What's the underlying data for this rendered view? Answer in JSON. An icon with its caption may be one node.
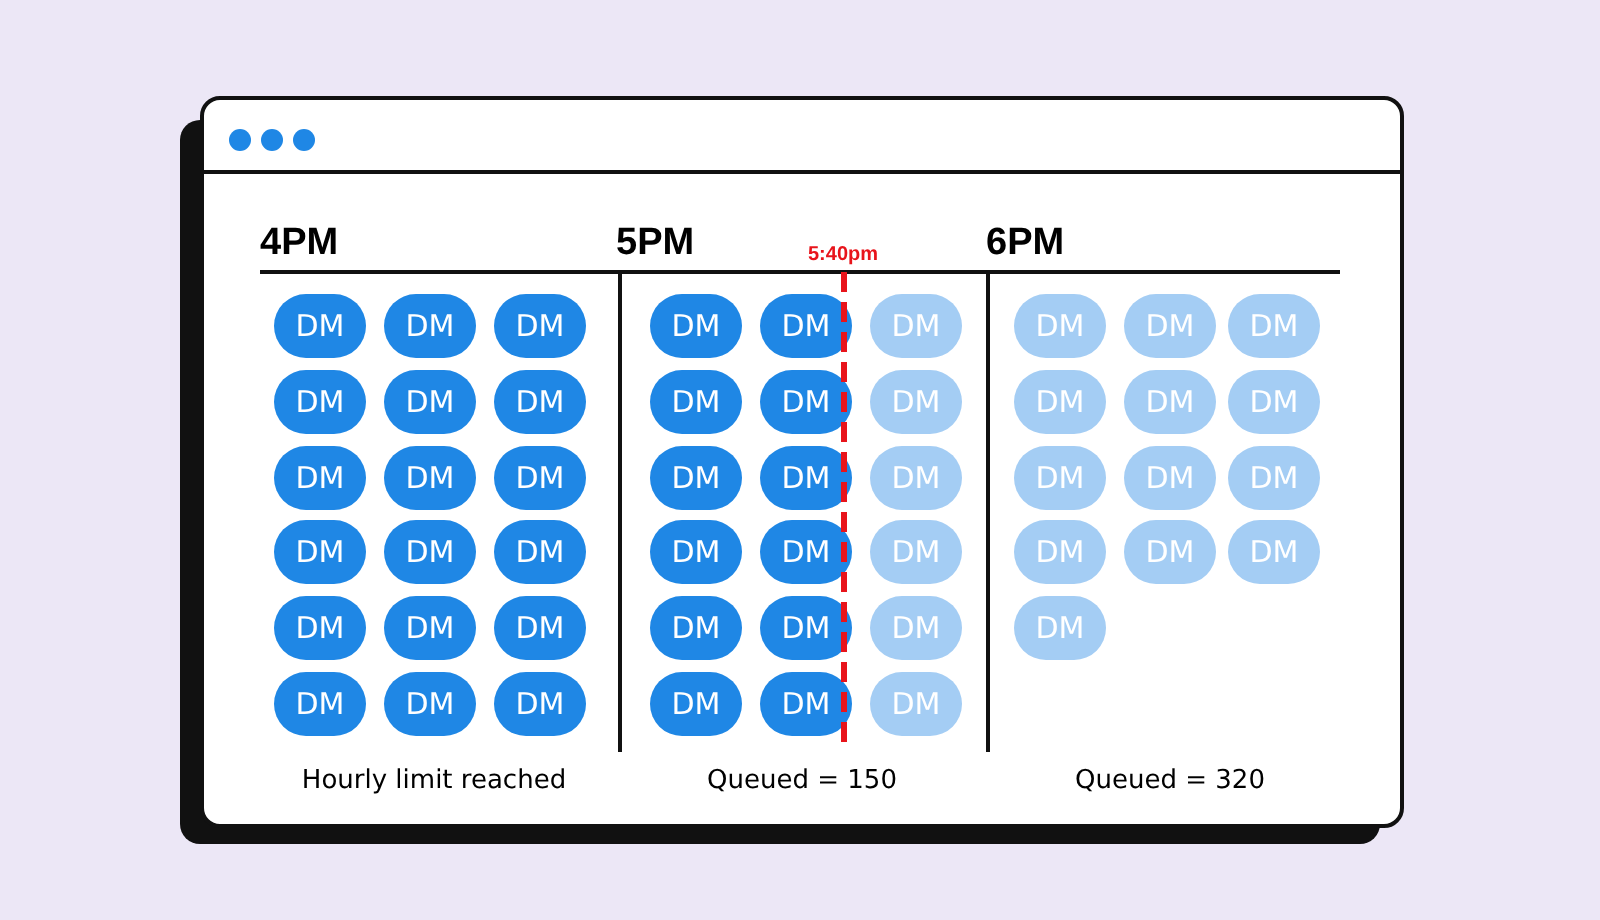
{
  "diagram": {
    "nodes": [
      {
        "text": [
          "DM"
        ]
      },
      {
        "text": [
          "DM"
        ]
      },
      {
        "text": [
          "DM"
        ]
      },
      {
        "text": [
          "DM"
        ]
      },
      {
        "text": [
          "DM"
        ]
      },
      {
        "text": [
          "DM"
        ]
      },
      {
        "text": [
          "DM"
        ]
      },
      {
        "text": [
          "DM"
        ]
      },
      {
        "text": [
          "DM"
        ]
      },
      {
        "text": [
          "DM"
        ]
      },
      {
        "text": [
          "DM"
        ]
      },
      {
        "text": [
          "DM"
        ]
      },
      {
        "text": [
          "DM"
        ]
      },
      {
        "text": [
          "DM"
        ]
      },
      {
        "text": [
          "DM"
        ]
      },
      {
        "text": [
          "DM"
        ]
      },
      {
        "text": [
          "DM"
        ]
      },
      {
        "text": [
          "DM"
        ]
      },
      {
        "text": [
          "DM"
        ]
      },
      {
        "text": [
          "DM"
        ]
      },
      {
        "text": [
          "DM"
        ]
      },
      {
        "text": [
          "DM"
        ]
      },
      {
        "text": [
          "DM"
        ]
      },
      {
        "text": [
          "DM"
        ]
      },
      {
        "text": [
          "DM"
        ]
      },
      {
        "text": [
          "DM"
        ]
      },
      {
        "text": [
          "DM"
        ]
      },
      {
        "text": [
          "DM"
        ]
      },
      {
        "text": [
          "DM"
        ]
      },
      {
        "text": [
          "DM"
        ]
      },
      {
        "text": [
          "DM"
        ]
      },
      {
        "text": [
          "DM"
        ]
      },
      {
        "text": [
          "DM"
        ]
      },
      {
        "text": [
          "DM"
        ]
      },
      {
        "text": [
          "DM"
        ]
      },
      {
        "text": [
          "DM"
        ]
      },
      {
        "text": [
          "DM"
        ]
      },
      {
        "text": [
          "DM"
        ]
      },
      {
        "text": [
          "DM"
        ]
      },
      {
        "text": [
          "DM"
        ]
      },
      {
        "text": [
          "DM"
        ]
      },
      {
        "text": [
          "DM"
        ]
      },
      {
        "text": [
          "DM"
        ]
      },
      {
        "text": [
          "DM"
        ]
      },
      {
        "text": [
          "DM"
        ]
      },
      {
        "text": [
          "DM"
        ]
      },
      {
        "text": [
          "DM"
        ]
      },
      {
        "text": [
          "DM"
        ]
      },
      {
        "text": [
          "DM"
        ]
      }
    ],
    "labels": [
      "4PM",
      "5PM",
      "5:40pm",
      "6PM",
      "Hourly limit reached",
      "Queued = 150",
      "Queued = 320"
    ]
  }
}
